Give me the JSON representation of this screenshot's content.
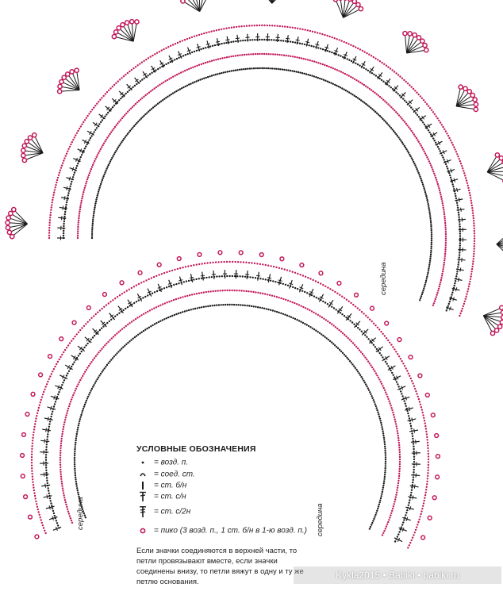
{
  "legend": {
    "title": "УСЛОВНЫЕ ОБОЗНАЧЕНИЯ",
    "items": [
      {
        "icon": "chain-stitch-icon",
        "label": "= возд. п."
      },
      {
        "icon": "slip-stitch-icon",
        "label": "= соед. ст."
      },
      {
        "icon": "single-crochet-icon",
        "label": "= ст. б/н"
      },
      {
        "icon": "double-crochet-icon",
        "label": "= ст. с/н"
      },
      {
        "icon": "treble-crochet-icon",
        "label": "= ст. с/2н"
      },
      {
        "icon": "picot-icon",
        "label": "= пико (3 возд. п., 1 ст. б/н в 1-ю возд. п.)"
      }
    ],
    "note": "Если значки соединяются в верхней части, то петли провязывают вместе, если значки соединены внизу, то петли вяжут в одну и ту же петлю основания."
  },
  "middle_labels": {
    "top_collar": "середина",
    "bottom_collar_left": "середина",
    "bottom_collar_right": "середина"
  },
  "watermark": "Kykla2015 • Babiki • babiki.ru",
  "colors": {
    "ink": "#1a1a1a",
    "accent": "#c2185b",
    "background": "#ffffff"
  }
}
